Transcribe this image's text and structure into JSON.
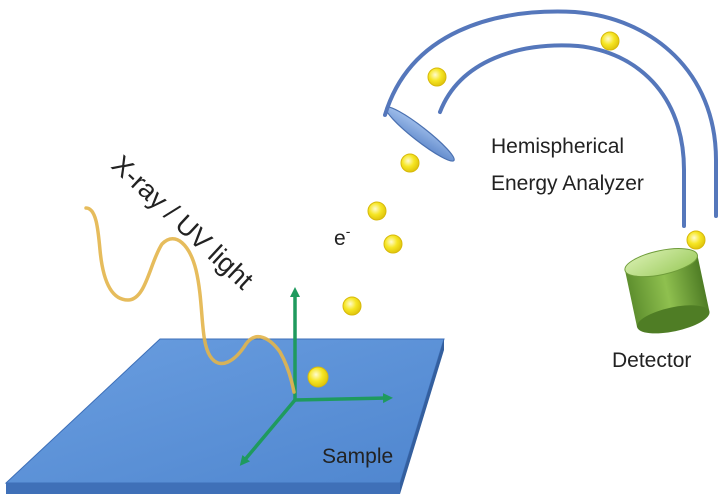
{
  "labels": {
    "light": "X-ray / UV light",
    "electron": "e",
    "electron_sup": "-",
    "analyzer_line1": "Hemispherical",
    "analyzer_line2": "Energy Analyzer",
    "detector": "Detector",
    "sample": "Sample"
  },
  "colors": {
    "sample_top": "#5b8fd6",
    "sample_front": "#4a7bc2",
    "sample_side": "#3e69aa",
    "hemisphere": "#5577bb",
    "lens": "#6f97d8",
    "axes": "#1f9a5e",
    "wave": "#e3b54a",
    "electron": "#f2e21c",
    "detector": "#7fb341"
  },
  "icons": [
    "sample-plate",
    "axis-arrows",
    "light-wave",
    "electron-dot",
    "lens-ellipse",
    "hemisphere-arcs",
    "detector-cylinder"
  ]
}
